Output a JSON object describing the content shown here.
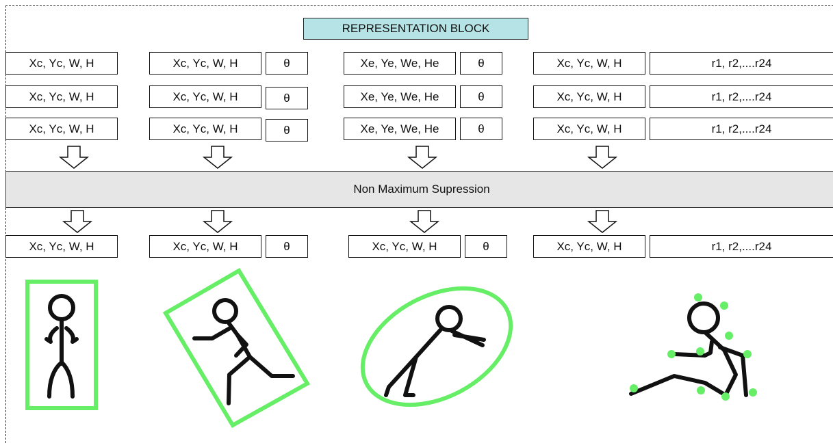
{
  "title": "REPRESENTATION BLOCK",
  "labels": {
    "box": "Xc, Yc, W, H",
    "ellipse": "Xe, Ye, We, He",
    "theta": "θ",
    "keypoints": "r1, r2,....r24"
  },
  "nms_label": "Non Maximum Supression",
  "colors": {
    "title_fill": "#b6e3e5",
    "nms_fill": "#e6e6e6",
    "highlight": "#66ee66",
    "figure": "#111111"
  }
}
